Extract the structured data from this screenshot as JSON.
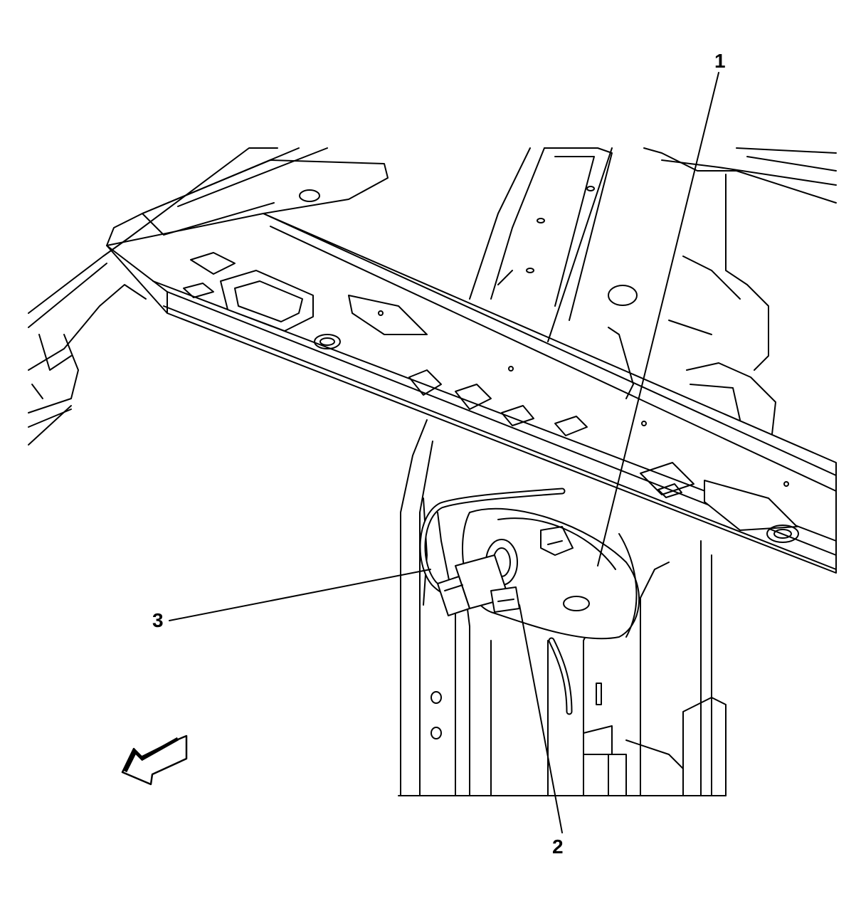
{
  "callouts": {
    "one": "1",
    "two": "2",
    "three": "3"
  },
  "colors": {
    "line": "#000000",
    "background": "#ffffff",
    "arrow_fill": "#ffffff"
  },
  "icons": {
    "direction_arrow": "forward-direction-arrow-icon"
  }
}
